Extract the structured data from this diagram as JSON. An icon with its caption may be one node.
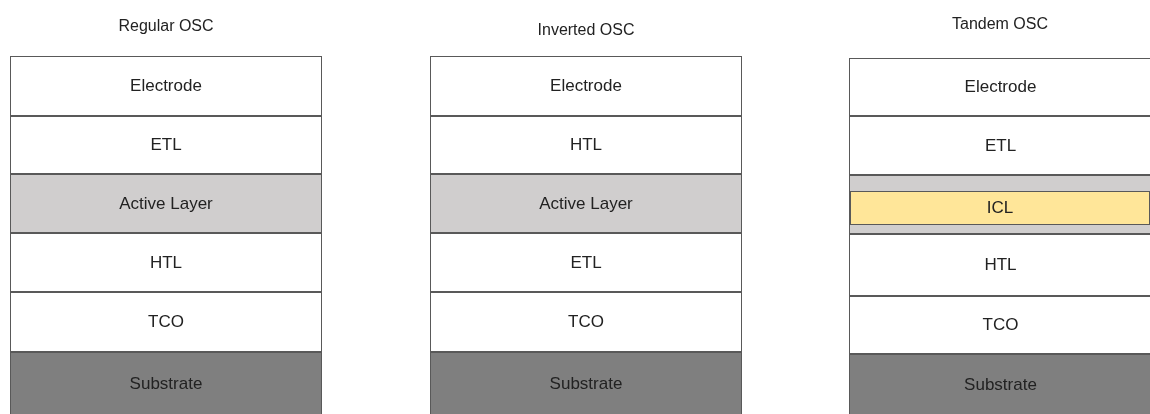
{
  "diagram": {
    "nodes": [
      {
        "text": [
          "Electrode"
        ]
      },
      {
        "text": [
          "ETL"
        ]
      },
      {
        "text": [
          "Active Layer"
        ]
      },
      {
        "text": [
          "HTL"
        ]
      },
      {
        "text": [
          "TCO"
        ]
      },
      {
        "text": [
          "Substrate"
        ]
      },
      {
        "text": [
          "Electrode"
        ]
      },
      {
        "text": [
          "HTL"
        ]
      },
      {
        "text": [
          "Active Layer"
        ]
      },
      {
        "text": [
          "ETL"
        ]
      },
      {
        "text": [
          "TCO"
        ]
      },
      {
        "text": [
          "Substrate"
        ]
      },
      {
        "text": [
          "Electrode"
        ]
      },
      {
        "text": [
          "ETL"
        ]
      },
      {
        "text": [],
        "shape": "box"
      },
      {
        "text": [
          "ICL"
        ],
        "in": 14
      },
      {
        "text": [
          "HTL"
        ]
      },
      {
        "text": [
          "TCO"
        ]
      },
      {
        "text": [
          "Substrate"
        ]
      }
    ],
    "labels": [
      "Regular OSC",
      "Inverted OSC",
      "Tandem OSC"
    ]
  }
}
